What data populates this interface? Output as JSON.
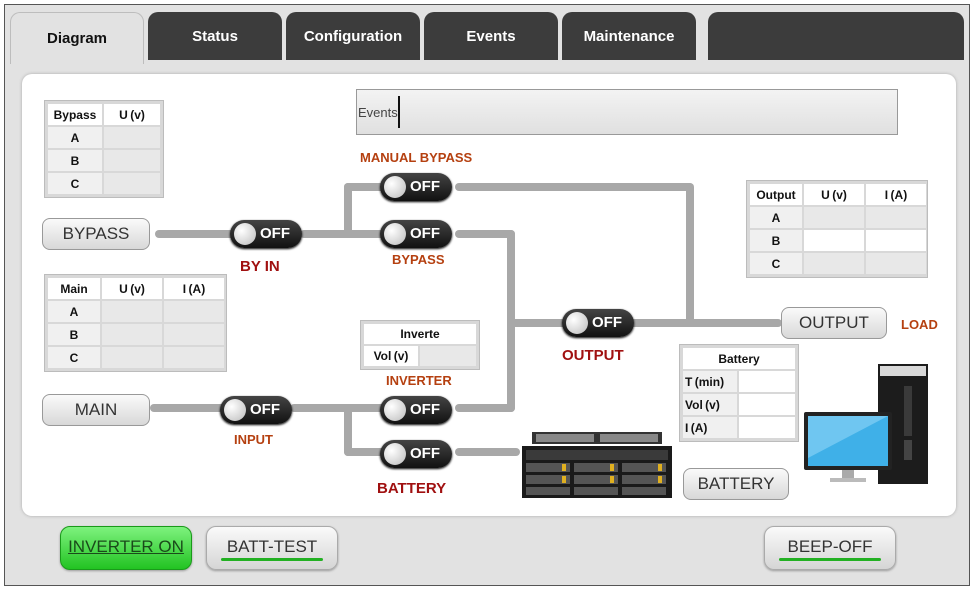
{
  "tabs": [
    "Diagram",
    "Status",
    "Configuration",
    "Events",
    "Maintenance"
  ],
  "events": {
    "label": "Events"
  },
  "bypass_table": {
    "headers": [
      "Bypass",
      "U (v)"
    ],
    "rows": [
      "A",
      "B",
      "C"
    ]
  },
  "main_table": {
    "headers": [
      "Main",
      "U (v)",
      "I (A)"
    ],
    "rows": [
      "A",
      "B",
      "C"
    ]
  },
  "output_table": {
    "headers": [
      "Output",
      "U (v)",
      "I (A)"
    ],
    "rows": [
      "A",
      "B",
      "C"
    ]
  },
  "inverter_table": {
    "header": "Inverte",
    "row_label": "Vol (v)"
  },
  "battery_table": {
    "header": "Battery",
    "rows": [
      "T (min)",
      "Vol (v)",
      "I (A)"
    ]
  },
  "buttons": {
    "bypass": "BYPASS",
    "main": "MAIN",
    "output": "OUTPUT",
    "battery": "BATTERY"
  },
  "switches": {
    "by_in": "OFF",
    "manual_bypass": "OFF",
    "bypass": "OFF",
    "output": "OFF",
    "input": "OFF",
    "inverter": "OFF",
    "battery": "OFF"
  },
  "labels": {
    "manual_bypass": "MANUAL BYPASS",
    "by_in": "BY IN",
    "bypass": "BYPASS",
    "output": "OUTPUT",
    "load": "LOAD",
    "inverter": "INVERTER",
    "input": "INPUT",
    "battery": "BATTERY"
  },
  "bottom": {
    "inverter_on": "INVERTER ON",
    "batt_test": "BATT-TEST",
    "beep_off": "BEEP-OFF"
  },
  "colors": {
    "accent_green": "#22c322",
    "tab_dark": "#3c3c3c",
    "label_red": "#a01010",
    "label_orange": "#b54010"
  }
}
